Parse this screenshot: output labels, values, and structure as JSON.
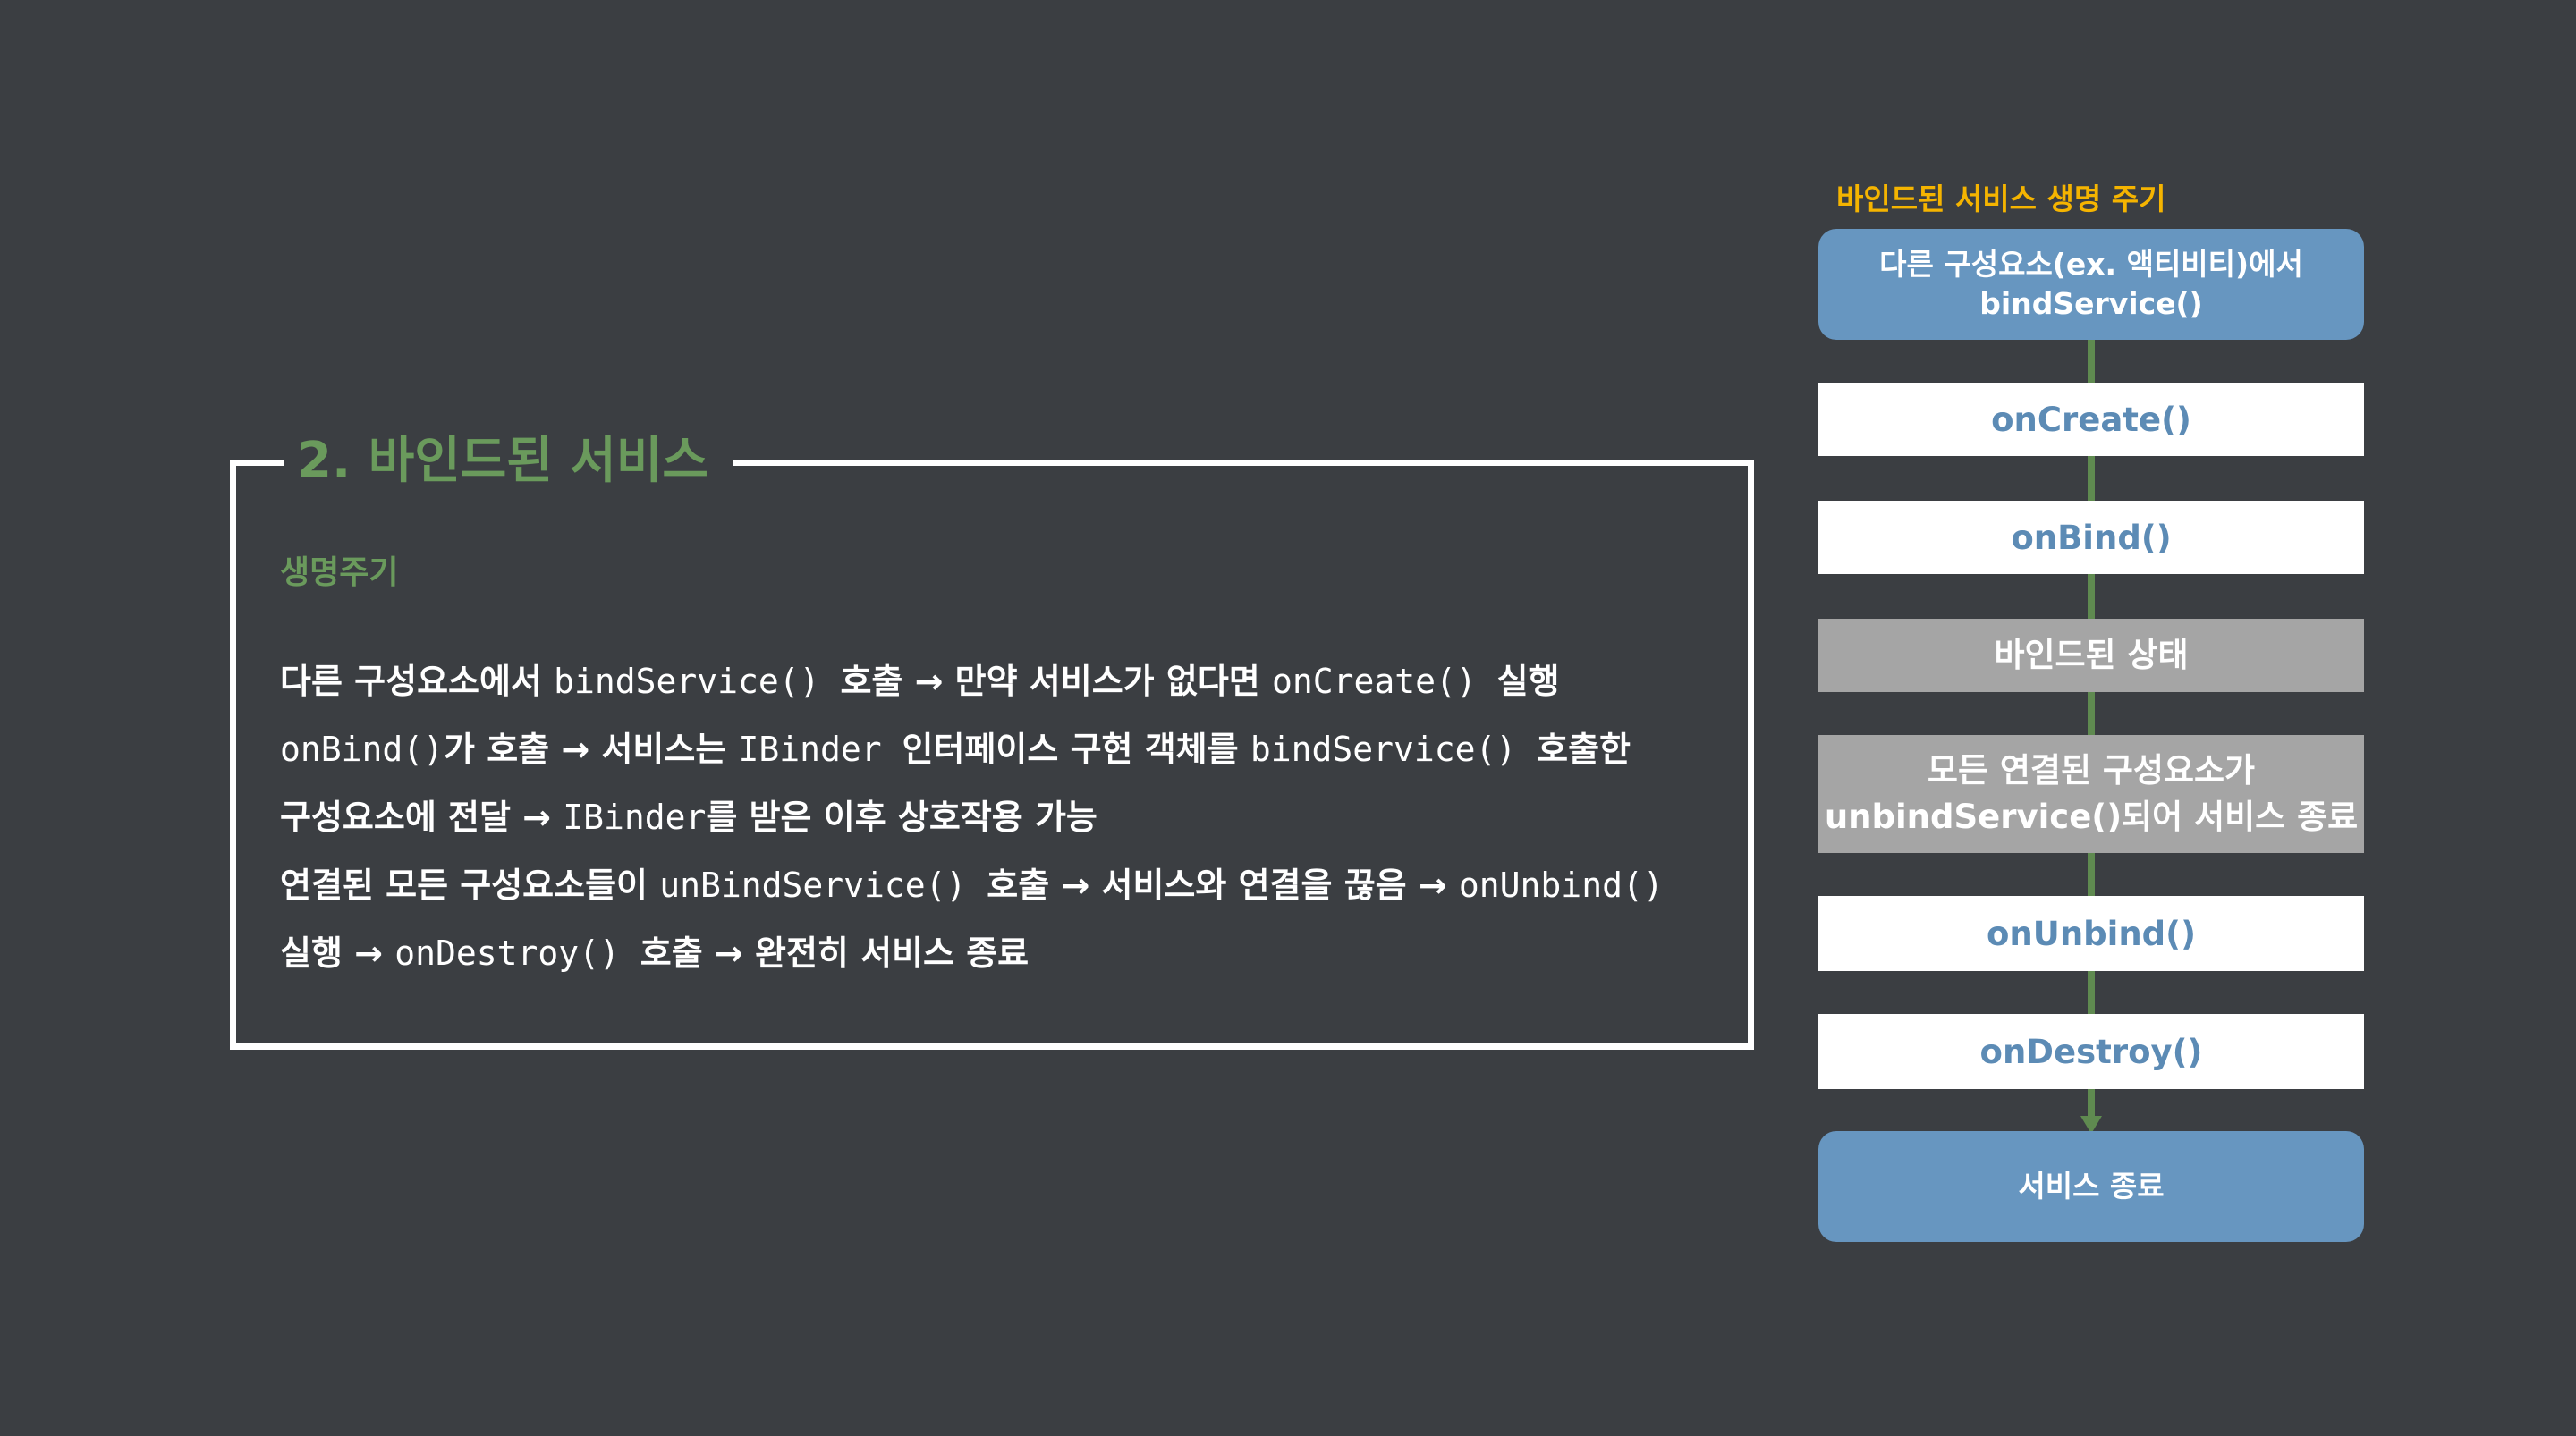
{
  "panel": {
    "title": "2. 바인드된 서비스",
    "subheading": "생명주기",
    "lines": [
      [
        {
          "t": "다른 구성요소에서 ",
          "k": "ko"
        },
        {
          "t": "bindService() ",
          "k": "code"
        },
        {
          "t": "호출 → 만약 서비스가 없다면 ",
          "k": "ko"
        },
        {
          "t": "onCreate() ",
          "k": "code"
        },
        {
          "t": "실행",
          "k": "ko"
        }
      ],
      [
        {
          "t": "onBind()",
          "k": "code"
        },
        {
          "t": "가 호출 → 서비스는 ",
          "k": "ko"
        },
        {
          "t": "IBinder ",
          "k": "code"
        },
        {
          "t": "인터페이스 구현 객체를 ",
          "k": "ko"
        },
        {
          "t": "bindService() ",
          "k": "code"
        },
        {
          "t": "호출한",
          "k": "ko"
        }
      ],
      [
        {
          "t": "구성요소에 전달 → ",
          "k": "ko"
        },
        {
          "t": "IBinder",
          "k": "code"
        },
        {
          "t": "를 받은 이후 상호작용 가능",
          "k": "ko"
        }
      ],
      [
        {
          "t": "연결된 모든 구성요소들이 ",
          "k": "ko"
        },
        {
          "t": "unBindService() ",
          "k": "code"
        },
        {
          "t": "호출 → 서비스와 연결을 끊음 → ",
          "k": "ko"
        },
        {
          "t": "onUnbind()",
          "k": "code"
        }
      ],
      [
        {
          "t": "실행 → ",
          "k": "ko"
        },
        {
          "t": "onDestroy() ",
          "k": "code"
        },
        {
          "t": "호출 → 완전히 서비스 종료",
          "k": "ko"
        }
      ]
    ]
  },
  "flow": {
    "title": "바인드된 서비스 생명 주기",
    "nodes": [
      {
        "id": "start",
        "lines": [
          "다른 구성요소(ex. 액티비티)에서",
          "bindService()"
        ]
      },
      {
        "id": "on-create",
        "lines": [
          "onCreate()"
        ]
      },
      {
        "id": "on-bind",
        "lines": [
          "onBind()"
        ]
      },
      {
        "id": "bound-state",
        "lines": [
          "바인드된 상태"
        ]
      },
      {
        "id": "unbind-all",
        "lines": [
          "모든 연결된 구성요소가",
          "unbindService()되어 서비스 종료"
        ]
      },
      {
        "id": "on-unbind",
        "lines": [
          "onUnbind()"
        ]
      },
      {
        "id": "on-destroy",
        "lines": [
          "onDestroy()"
        ]
      },
      {
        "id": "end",
        "lines": [
          "서비스 종료"
        ]
      }
    ]
  },
  "colors": {
    "background": "#3b3e42",
    "accent_green": "#6a9a5c",
    "title_yellow": "#f5b400",
    "node_blue": "#6796c0",
    "node_gray": "#a5a5a5",
    "node_text_blue": "#5c8bb5"
  }
}
